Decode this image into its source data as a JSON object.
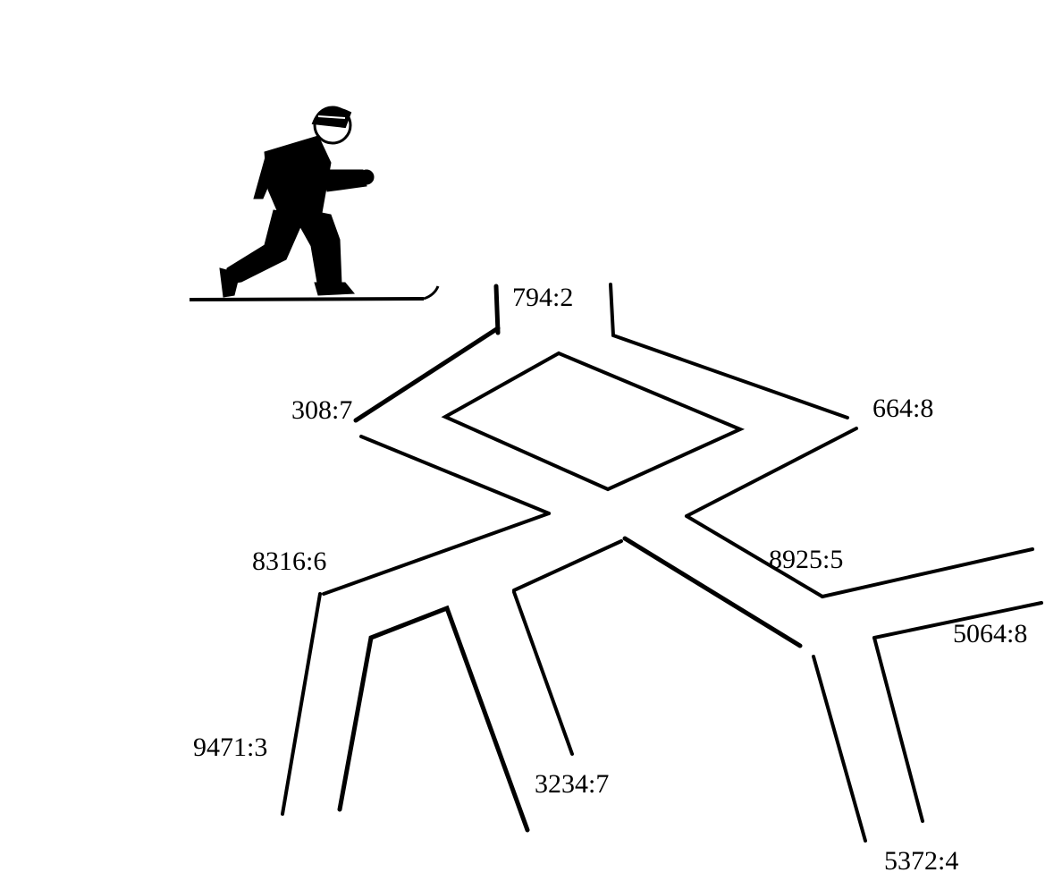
{
  "labels": {
    "top": "794:2",
    "upper_left": "308:7",
    "upper_right": "664:8",
    "mid_left": "8316:6",
    "mid_right": "8925:5",
    "right": "5064:8",
    "bottom_left": "9471:3",
    "bottom_mid": "3234:7",
    "bottom_right": "5372:4"
  },
  "illustration": {
    "figure": "skier-icon"
  },
  "colors": {
    "ink": "#000000",
    "paper": "#ffffff"
  }
}
